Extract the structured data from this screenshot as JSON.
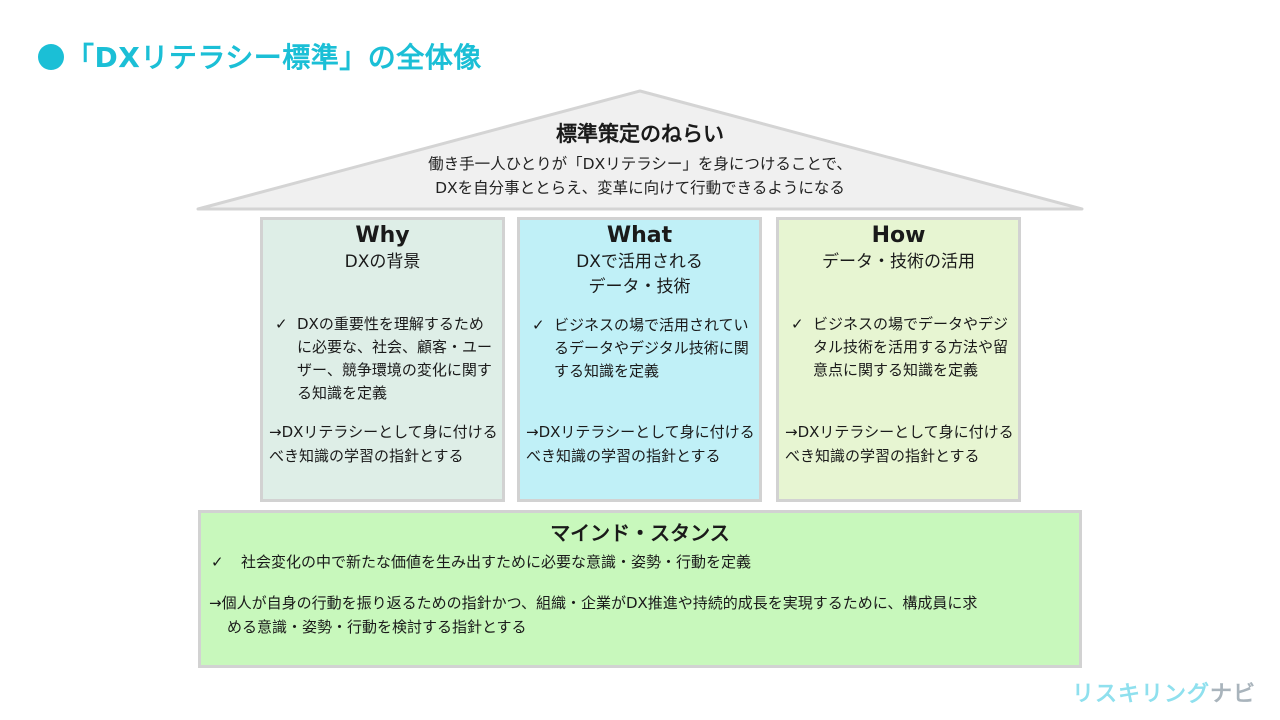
{
  "page": {
    "title": "「DXリテラシー標準」の全体像"
  },
  "roof": {
    "title": "標準策定のねらい",
    "lines": [
      "働き手一人ひとりが「DXリテラシー」を身につけることで、",
      "DXを自分事ととらえ、変革に向けて行動できるようになる"
    ]
  },
  "pillars": [
    {
      "title": "Why",
      "subtitle_lines": [
        "DXの背景"
      ],
      "check_text": "DXの重要性を理解するために必要な、社会、顧客・ユーザー、競争環境の変化に関する知識を定義",
      "note": "→DXリテラシーとして身に付けるべき知識の学習の指針とする",
      "color": "#deeee7"
    },
    {
      "title": "What",
      "subtitle_lines": [
        "DXで活用される",
        "データ・技術"
      ],
      "check_text": "ビジネスの場で活用されているデータやデジタル技術に関する知識を定義",
      "note": "→DXリテラシーとして身に付けるべき知識の学習の指針とする",
      "color": "#c0f0f7"
    },
    {
      "title": "How",
      "subtitle_lines": [
        "データ・技術の活用"
      ],
      "check_text": "ビジネスの場でデータやデジタル技術を活用する方法や留意点に関する知識を定義",
      "note": "→DXリテラシーとして身に付けるべき知識の学習の指針とする",
      "color": "#e7f5d2"
    }
  ],
  "mindset": {
    "title": "マインド・スタンス",
    "check_text": "社会変化の中で新たな価値を生み出すために必要な意識・姿勢・行動を定義",
    "note_line1": "→個人が自身の行動を振り返るための指針かつ、組織・企業がDX推進や持続的成長を実現するために、構成員に求",
    "note_line2": "める意識・姿勢・行動を検討する指針とする",
    "color": "#c8f8bc"
  },
  "check_mark": "✓",
  "logo": {
    "part1": "リスキリング",
    "part2": "ナビ"
  },
  "colors": {
    "accent": "#1bbfd6",
    "roof_fill": "#f0f0f0",
    "border": "#d2d2d2"
  }
}
